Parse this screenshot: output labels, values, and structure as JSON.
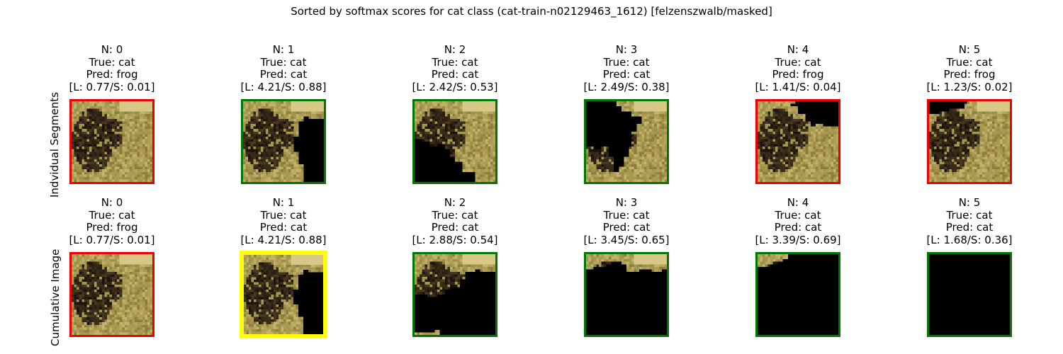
{
  "title": "Sorted by softmax scores for cat class (cat-train-n02129463_1612) [felzenszwalb/masked]",
  "row_labels": [
    "Indvidual Segments",
    "Cumulative Image"
  ],
  "colors": {
    "wrong": "#ee0000",
    "correct": "#007700",
    "highlight": "#ffff00",
    "mask": "#000000"
  },
  "rows": [
    {
      "label": "Indvidual Segments",
      "panels": [
        {
          "n": "N: 0",
          "truth": "True: cat",
          "pred": "Pred: frog",
          "scores": "[L: 0.77/S: 0.01]",
          "status": "wrong",
          "mask": "none"
        },
        {
          "n": "N: 1",
          "truth": "True: cat",
          "pred": "Pred: cat",
          "scores": "[L: 4.21/S: 0.88]",
          "status": "correct",
          "mask": "right"
        },
        {
          "n": "N: 2",
          "truth": "True: cat",
          "pred": "Pred: cat",
          "scores": "[L: 2.42/S: 0.53]",
          "status": "correct",
          "mask": "lower-left"
        },
        {
          "n": "N: 3",
          "truth": "True: cat",
          "pred": "Pred: cat",
          "scores": "[L: 2.49/S: 0.38]",
          "status": "correct",
          "mask": "left-cat"
        },
        {
          "n": "N: 4",
          "truth": "True: cat",
          "pred": "Pred: frog",
          "scores": "[L: 1.41/S: 0.04]",
          "status": "wrong",
          "mask": "top-right"
        },
        {
          "n": "N: 5",
          "truth": "True: cat",
          "pred": "Pred: frog",
          "scores": "[L: 1.23/S: 0.02]",
          "status": "wrong",
          "mask": "top-left"
        }
      ]
    },
    {
      "label": "Cumulative Image",
      "panels": [
        {
          "n": "N: 0",
          "truth": "True: cat",
          "pred": "Pred: frog",
          "scores": "[L: 0.77/S: 0.01]",
          "status": "wrong",
          "mask": "none"
        },
        {
          "n": "N: 1",
          "truth": "True: cat",
          "pred": "Pred: cat",
          "scores": "[L: 4.21/S: 0.88]",
          "status": "highlight",
          "mask": "right"
        },
        {
          "n": "N: 2",
          "truth": "True: cat",
          "pred": "Pred: cat",
          "scores": "[L: 2.88/S: 0.54]",
          "status": "correct",
          "mask": "cum2"
        },
        {
          "n": "N: 3",
          "truth": "True: cat",
          "pred": "Pred: cat",
          "scores": "[L: 3.45/S: 0.65]",
          "status": "correct",
          "mask": "cum3"
        },
        {
          "n": "N: 4",
          "truth": "True: cat",
          "pred": "Pred: cat",
          "scores": "[L: 3.39/S: 0.69]",
          "status": "correct",
          "mask": "cum4"
        },
        {
          "n": "N: 5",
          "truth": "True: cat",
          "pred": "Pred: cat",
          "scores": "[L: 1.68/S: 0.36]",
          "status": "correct",
          "mask": "all"
        }
      ]
    }
  ]
}
